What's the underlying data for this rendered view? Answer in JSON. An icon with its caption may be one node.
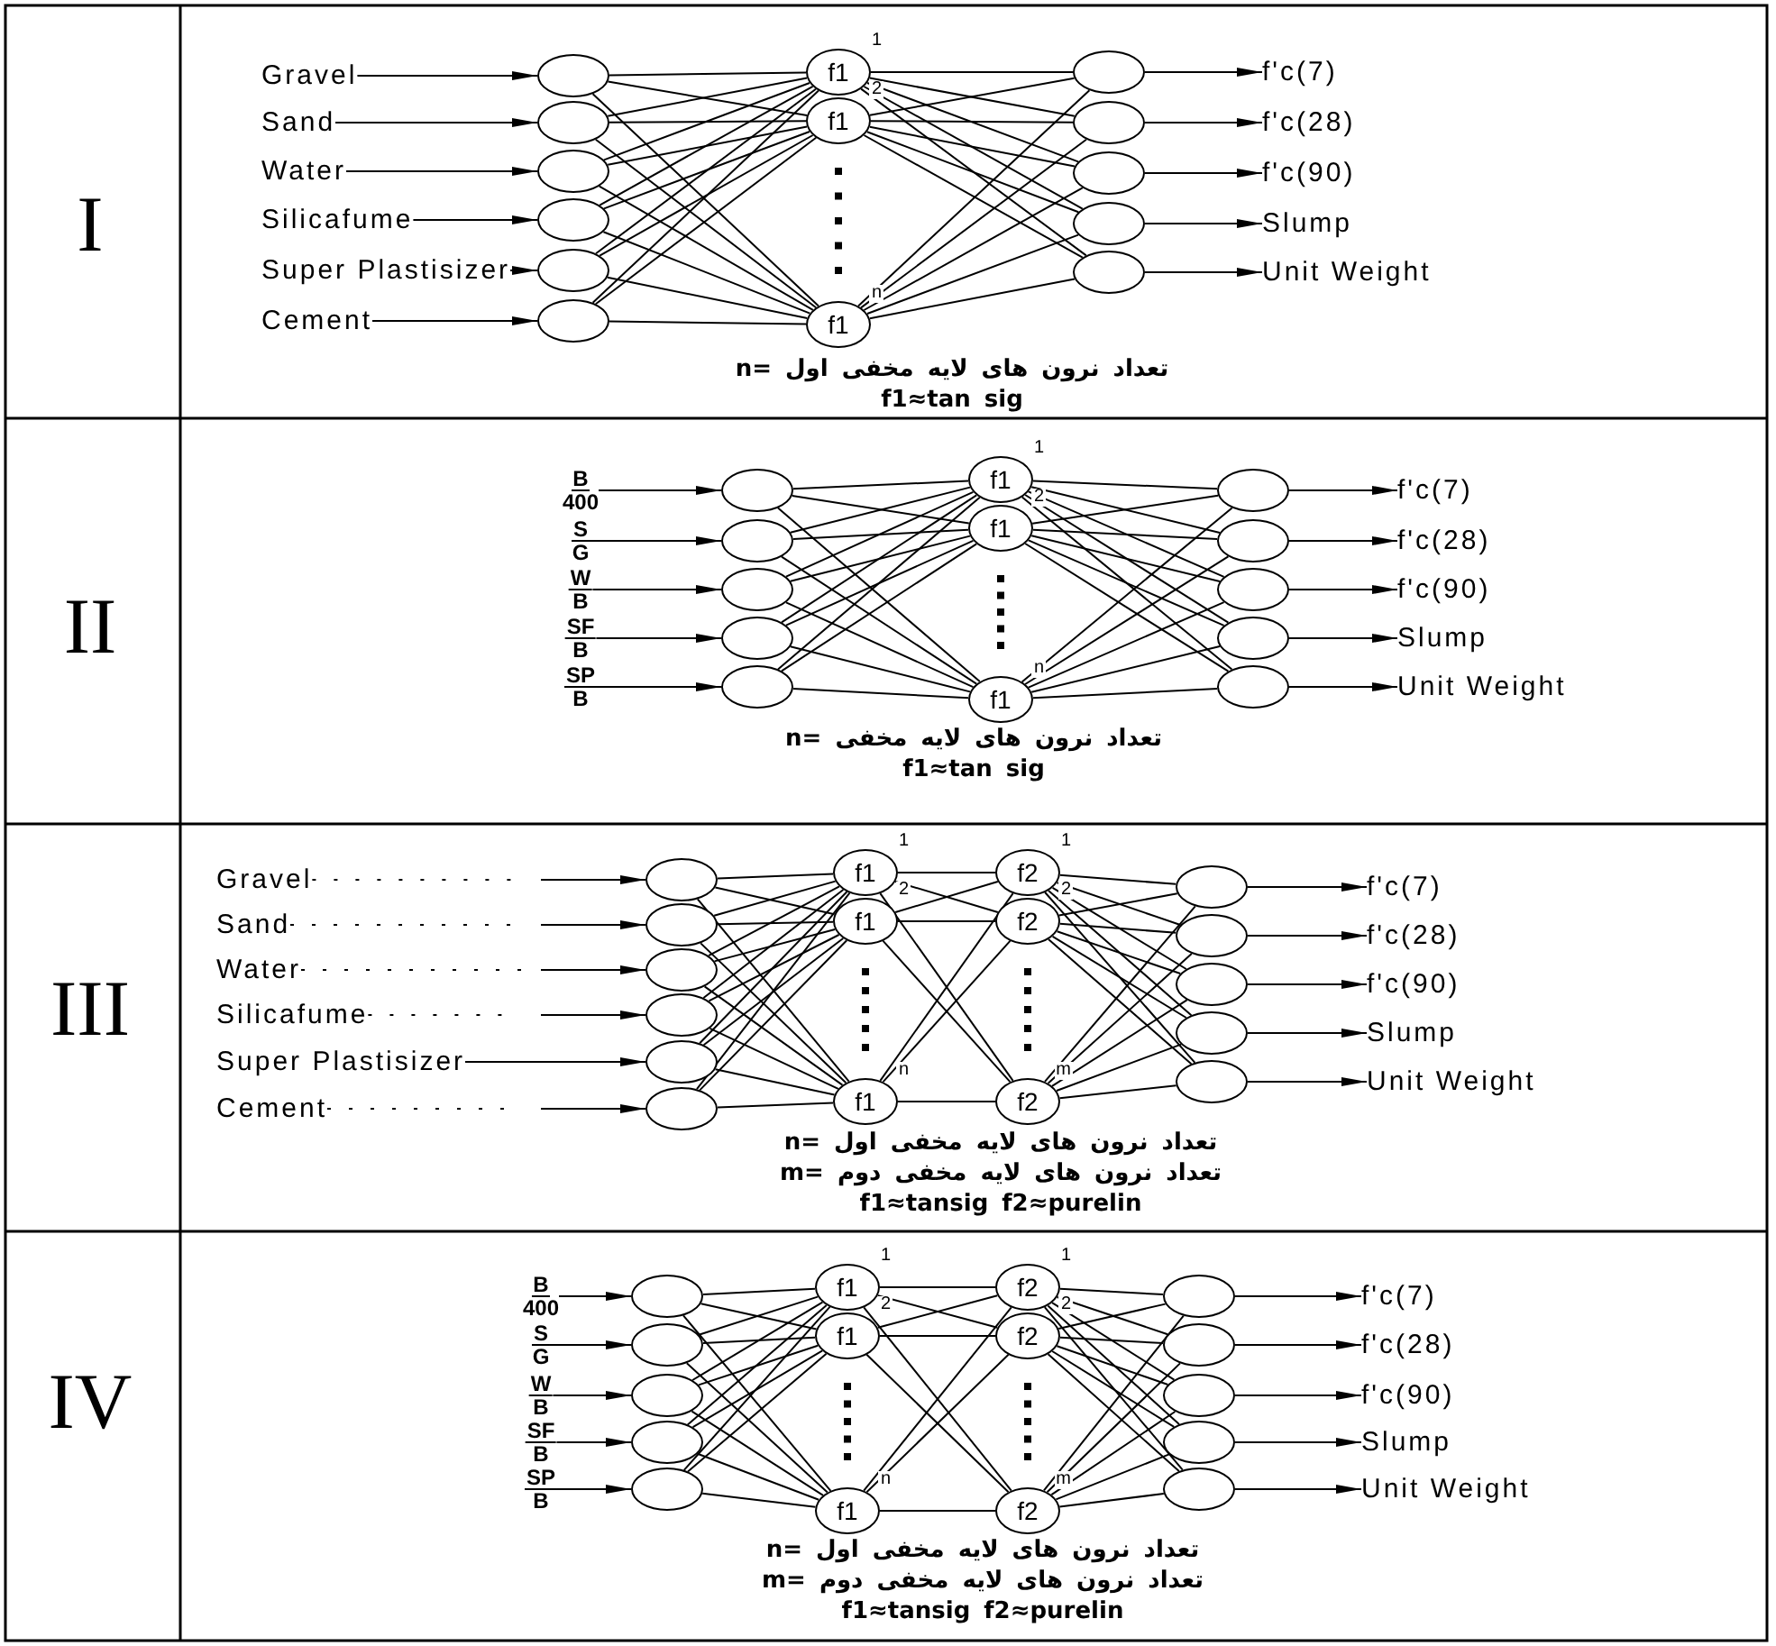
{
  "diagram": {
    "nodes": [
      {
        "text": [
          "Gravel"
        ]
      },
      {
        "text": [
          "Sand"
        ]
      },
      {
        "text": [
          "Water"
        ]
      },
      {
        "text": [
          "Silicafume"
        ]
      },
      {
        "text": [
          "Super Plastisizer"
        ]
      },
      {
        "text": [
          "Cement"
        ]
      },
      {
        "text": [],
        "shape": "circle"
      },
      {
        "text": [],
        "shape": "circle"
      },
      {
        "text": [],
        "shape": "circle"
      },
      {
        "text": [],
        "shape": "circle"
      },
      {
        "text": [],
        "shape": "circle"
      },
      {
        "text": [],
        "shape": "circle"
      },
      {
        "text": [
          "f1"
        ],
        "beside": [
          "1"
        ]
      },
      {
        "text": [
          "f1"
        ],
        "beside": [
          "2"
        ]
      },
      {
        "text": [
          "f1"
        ],
        "beside": [
          "n"
        ]
      },
      {
        "text": [],
        "shape": "circle"
      },
      {
        "text": [],
        "shape": "circle"
      },
      {
        "text": [],
        "shape": "circle"
      },
      {
        "text": [],
        "shape": "circle"
      },
      {
        "text": [],
        "shape": "circle"
      },
      {
        "text": [
          "f'c(7)"
        ]
      },
      {
        "text": [
          "f'c(28)"
        ]
      },
      {
        "text": [
          "f'c(90)"
        ]
      },
      {
        "text": [
          "Slump"
        ]
      },
      {
        "text": [
          "Unit Weight"
        ]
      },
      {
        "text": [
          "B",
          "400"
        ]
      },
      {
        "text": [
          "S",
          "G"
        ]
      },
      {
        "text": [
          "W",
          "B"
        ]
      },
      {
        "text": [
          "SF",
          "B"
        ]
      },
      {
        "text": [
          "SP",
          "B"
        ]
      },
      {
        "text": [],
        "shape": "circle"
      },
      {
        "text": [],
        "shape": "circle"
      },
      {
        "text": [],
        "shape": "circle"
      },
      {
        "text": [],
        "shape": "circle"
      },
      {
        "text": [],
        "shape": "circle"
      },
      {
        "text": [
          "f1"
        ],
        "beside": [
          "1"
        ]
      },
      {
        "text": [
          "f1"
        ],
        "beside": [
          "2"
        ]
      },
      {
        "text": [
          "f1"
        ],
        "beside": [
          "n"
        ]
      },
      {
        "text": [],
        "shape": "circle"
      },
      {
        "text": [],
        "shape": "circle"
      },
      {
        "text": [],
        "shape": "circle"
      },
      {
        "text": [],
        "shape": "circle"
      },
      {
        "text": [],
        "shape": "circle"
      },
      {
        "text": [
          "f'c(7)"
        ]
      },
      {
        "text": [
          "f'c(28)"
        ]
      },
      {
        "text": [
          "f'c(90)"
        ]
      },
      {
        "text": [
          "Slump"
        ]
      },
      {
        "text": [
          "Unit Weight"
        ]
      },
      {
        "text": [
          "Gravel"
        ]
      },
      {
        "text": [
          "Sand"
        ]
      },
      {
        "text": [
          "Water"
        ]
      },
      {
        "text": [
          "Silicafume"
        ]
      },
      {
        "text": [
          "Super Plastisizer"
        ]
      },
      {
        "text": [
          "Cement"
        ]
      },
      {
        "text": [],
        "shape": "circle"
      },
      {
        "text": [],
        "shape": "circle"
      },
      {
        "text": [],
        "shape": "circle"
      },
      {
        "text": [],
        "shape": "circle"
      },
      {
        "text": [],
        "shape": "circle"
      },
      {
        "text": [],
        "shape": "circle"
      },
      {
        "text": [
          "f1"
        ],
        "beside": [
          "1"
        ]
      },
      {
        "text": [
          "f1"
        ],
        "beside": [
          "2"
        ]
      },
      {
        "text": [
          "f1"
        ],
        "beside": [
          "n"
        ]
      },
      {
        "text": [
          "f2"
        ],
        "beside": [
          "1"
        ]
      },
      {
        "text": [
          "f2"
        ],
        "beside": [
          "2"
        ]
      },
      {
        "text": [
          "f2"
        ],
        "beside": [
          "m"
        ]
      },
      {
        "text": [],
        "shape": "circle"
      },
      {
        "text": [],
        "shape": "circle"
      },
      {
        "text": [],
        "shape": "circle"
      },
      {
        "text": [],
        "shape": "circle"
      },
      {
        "text": [],
        "shape": "circle"
      },
      {
        "text": [
          "f'c(7)"
        ]
      },
      {
        "text": [
          "f'c(28)"
        ]
      },
      {
        "text": [
          "f'c(90)"
        ]
      },
      {
        "text": [
          "Slump"
        ]
      },
      {
        "text": [
          "Unit Weight"
        ]
      },
      {
        "text": [
          "B",
          "400"
        ]
      },
      {
        "text": [
          "S",
          "G"
        ]
      },
      {
        "text": [
          "W",
          "B"
        ]
      },
      {
        "text": [
          "SF",
          "B"
        ]
      },
      {
        "text": [
          "SP",
          "B"
        ]
      },
      {
        "text": [],
        "shape": "circle"
      },
      {
        "text": [],
        "shape": "circle"
      },
      {
        "text": [],
        "shape": "circle"
      },
      {
        "text": [],
        "shape": "circle"
      },
      {
        "text": [],
        "shape": "circle"
      },
      {
        "text": [
          "f1"
        ],
        "beside": [
          "1"
        ]
      },
      {
        "text": [
          "f1"
        ],
        "beside": [
          "2"
        ]
      },
      {
        "text": [
          "f1"
        ],
        "beside": [
          "n"
        ]
      },
      {
        "text": [
          "f2"
        ],
        "beside": [
          "1"
        ]
      },
      {
        "text": [
          "f2"
        ],
        "beside": [
          "2"
        ]
      },
      {
        "text": [
          "f2"
        ],
        "beside": [
          "m"
        ]
      },
      {
        "text": [],
        "shape": "circle"
      },
      {
        "text": [],
        "shape": "circle"
      },
      {
        "text": [],
        "shape": "circle"
      },
      {
        "text": [],
        "shape": "circle"
      },
      {
        "text": [],
        "shape": "circle"
      },
      {
        "text": [
          "f'c(7)"
        ]
      },
      {
        "text": [
          "f'c(28)"
        ]
      },
      {
        "text": [
          "f'c(90)"
        ]
      },
      {
        "text": [
          "Slump"
        ]
      },
      {
        "text": [
          "Unit Weight"
        ]
      }
    ],
    "edges": [
      {
        "from": 0,
        "to": 6,
        "arrow": "to"
      },
      {
        "from": 1,
        "to": 7,
        "arrow": "to"
      },
      {
        "from": 2,
        "to": 8,
        "arrow": "to"
      },
      {
        "from": 3,
        "to": 9,
        "arrow": "to"
      },
      {
        "from": 4,
        "to": 10,
        "arrow": "to"
      },
      {
        "from": 5,
        "to": 11,
        "arrow": "to"
      },
      {
        "from": 6,
        "to": 12,
        "arrow": "none"
      },
      {
        "from": 6,
        "to": 13,
        "arrow": "none"
      },
      {
        "from": 6,
        "to": 14,
        "arrow": "none"
      },
      {
        "from": 7,
        "to": 12,
        "arrow": "none"
      },
      {
        "from": 7,
        "to": 13,
        "arrow": "none"
      },
      {
        "from": 7,
        "to": 14,
        "arrow": "none"
      },
      {
        "from": 8,
        "to": 12,
        "arrow": "none"
      },
      {
        "from": 8,
        "to": 13,
        "arrow": "none"
      },
      {
        "from": 8,
        "to": 14,
        "arrow": "none"
      },
      {
        "from": 9,
        "to": 12,
        "arrow": "none"
      },
      {
        "from": 9,
        "to": 13,
        "arrow": "none"
      },
      {
        "from": 9,
        "to": 14,
        "arrow": "none"
      },
      {
        "from": 10,
        "to": 12,
        "arrow": "none"
      },
      {
        "from": 10,
        "to": 13,
        "arrow": "none"
      },
      {
        "from": 10,
        "to": 14,
        "arrow": "none"
      },
      {
        "from": 11,
        "to": 12,
        "arrow": "none"
      },
      {
        "from": 11,
        "to": 13,
        "arrow": "none"
      },
      {
        "from": 11,
        "to": 14,
        "arrow": "none"
      },
      {
        "from": 12,
        "to": 15,
        "arrow": "none"
      },
      {
        "from": 12,
        "to": 16,
        "arrow": "none"
      },
      {
        "from": 12,
        "to": 17,
        "arrow": "none"
      },
      {
        "from": 12,
        "to": 18,
        "arrow": "none"
      },
      {
        "from": 12,
        "to": 19,
        "arrow": "none"
      },
      {
        "from": 13,
        "to": 15,
        "arrow": "none"
      },
      {
        "from": 13,
        "to": 16,
        "arrow": "none"
      },
      {
        "from": 13,
        "to": 17,
        "arrow": "none"
      },
      {
        "from": 13,
        "to": 18,
        "arrow": "none"
      },
      {
        "from": 13,
        "to": 19,
        "arrow": "none"
      },
      {
        "from": 14,
        "to": 15,
        "arrow": "none"
      },
      {
        "from": 14,
        "to": 16,
        "arrow": "none"
      },
      {
        "from": 14,
        "to": 17,
        "arrow": "none"
      },
      {
        "from": 14,
        "to": 18,
        "arrow": "none"
      },
      {
        "from": 14,
        "to": 19,
        "arrow": "none"
      },
      {
        "from": 15,
        "to": 20,
        "arrow": "to"
      },
      {
        "from": 16,
        "to": 21,
        "arrow": "to"
      },
      {
        "from": 17,
        "to": 22,
        "arrow": "to"
      },
      {
        "from": 18,
        "to": 23,
        "arrow": "to"
      },
      {
        "from": 19,
        "to": 24,
        "arrow": "to"
      },
      {
        "from": 25,
        "to": 30,
        "arrow": "to"
      },
      {
        "from": 26,
        "to": 31,
        "arrow": "to"
      },
      {
        "from": 27,
        "to": 32,
        "arrow": "to"
      },
      {
        "from": 28,
        "to": 33,
        "arrow": "to"
      },
      {
        "from": 29,
        "to": 34,
        "arrow": "to"
      },
      {
        "from": 30,
        "to": 35,
        "arrow": "none"
      },
      {
        "from": 30,
        "to": 36,
        "arrow": "none"
      },
      {
        "from": 30,
        "to": 37,
        "arrow": "none"
      },
      {
        "from": 31,
        "to": 35,
        "arrow": "none"
      },
      {
        "from": 31,
        "to": 36,
        "arrow": "none"
      },
      {
        "from": 31,
        "to": 37,
        "arrow": "none"
      },
      {
        "from": 32,
        "to": 35,
        "arrow": "none"
      },
      {
        "from": 32,
        "to": 36,
        "arrow": "none"
      },
      {
        "from": 32,
        "to": 37,
        "arrow": "none"
      },
      {
        "from": 33,
        "to": 35,
        "arrow": "none"
      },
      {
        "from": 33,
        "to": 36,
        "arrow": "none"
      },
      {
        "from": 33,
        "to": 37,
        "arrow": "none"
      },
      {
        "from": 34,
        "to": 35,
        "arrow": "none"
      },
      {
        "from": 34,
        "to": 36,
        "arrow": "none"
      },
      {
        "from": 34,
        "to": 37,
        "arrow": "none"
      },
      {
        "from": 35,
        "to": 38,
        "arrow": "none"
      },
      {
        "from": 35,
        "to": 39,
        "arrow": "none"
      },
      {
        "from": 35,
        "to": 40,
        "arrow": "none"
      },
      {
        "from": 35,
        "to": 41,
        "arrow": "none"
      },
      {
        "from": 35,
        "to": 42,
        "arrow": "none"
      },
      {
        "from": 36,
        "to": 38,
        "arrow": "none"
      },
      {
        "from": 36,
        "to": 39,
        "arrow": "none"
      },
      {
        "from": 36,
        "to": 40,
        "arrow": "none"
      },
      {
        "from": 36,
        "to": 41,
        "arrow": "none"
      },
      {
        "from": 36,
        "to": 42,
        "arrow": "none"
      },
      {
        "from": 37,
        "to": 38,
        "arrow": "none"
      },
      {
        "from": 37,
        "to": 39,
        "arrow": "none"
      },
      {
        "from": 37,
        "to": 40,
        "arrow": "none"
      },
      {
        "from": 37,
        "to": 41,
        "arrow": "none"
      },
      {
        "from": 37,
        "to": 42,
        "arrow": "none"
      },
      {
        "from": 38,
        "to": 43,
        "arrow": "to"
      },
      {
        "from": 39,
        "to": 44,
        "arrow": "to"
      },
      {
        "from": 40,
        "to": 45,
        "arrow": "to"
      },
      {
        "from": 41,
        "to": 46,
        "arrow": "to"
      },
      {
        "from": 42,
        "to": 47,
        "arrow": "to"
      },
      {
        "from": 48,
        "to": 54,
        "arrow": "to",
        "style": "dashed"
      },
      {
        "from": 49,
        "to": 55,
        "arrow": "to",
        "style": "dashed"
      },
      {
        "from": 50,
        "to": 56,
        "arrow": "to",
        "style": "dashed"
      },
      {
        "from": 51,
        "to": 57,
        "arrow": "to",
        "style": "dashed"
      },
      {
        "from": 52,
        "to": 58,
        "arrow": "to"
      },
      {
        "from": 53,
        "to": 59,
        "arrow": "to",
        "style": "dashed"
      },
      {
        "from": 54,
        "to": 60,
        "arrow": "none"
      },
      {
        "from": 54,
        "to": 61,
        "arrow": "none"
      },
      {
        "from": 54,
        "to": 62,
        "arrow": "none"
      },
      {
        "from": 55,
        "to": 60,
        "arrow": "none"
      },
      {
        "from": 55,
        "to": 61,
        "arrow": "none"
      },
      {
        "from": 55,
        "to": 62,
        "arrow": "none"
      },
      {
        "from": 56,
        "to": 60,
        "arrow": "none"
      },
      {
        "from": 56,
        "to": 61,
        "arrow": "none"
      },
      {
        "from": 56,
        "to": 62,
        "arrow": "none"
      },
      {
        "from": 57,
        "to": 60,
        "arrow": "none"
      },
      {
        "from": 57,
        "to": 61,
        "arrow": "none"
      },
      {
        "from": 57,
        "to": 62,
        "arrow": "none"
      },
      {
        "from": 58,
        "to": 60,
        "arrow": "none"
      },
      {
        "from": 58,
        "to": 61,
        "arrow": "none"
      },
      {
        "from": 58,
        "to": 62,
        "arrow": "none"
      },
      {
        "from": 59,
        "to": 60,
        "arrow": "none"
      },
      {
        "from": 59,
        "to": 61,
        "arrow": "none"
      },
      {
        "from": 59,
        "to": 62,
        "arrow": "none"
      },
      {
        "from": 60,
        "to": 63,
        "arrow": "none"
      },
      {
        "from": 60,
        "to": 64,
        "arrow": "none"
      },
      {
        "from": 60,
        "to": 65,
        "arrow": "none"
      },
      {
        "from": 61,
        "to": 63,
        "arrow": "none"
      },
      {
        "from": 61,
        "to": 64,
        "arrow": "none"
      },
      {
        "from": 61,
        "to": 65,
        "arrow": "none"
      },
      {
        "from": 62,
        "to": 63,
        "arrow": "none"
      },
      {
        "from": 62,
        "to": 64,
        "arrow": "none"
      },
      {
        "from": 62,
        "to": 65,
        "arrow": "none"
      },
      {
        "from": 63,
        "to": 66,
        "arrow": "none"
      },
      {
        "from": 63,
        "to": 67,
        "arrow": "none"
      },
      {
        "from": 63,
        "to": 68,
        "arrow": "none"
      },
      {
        "from": 63,
        "to": 69,
        "arrow": "none"
      },
      {
        "from": 63,
        "to": 70,
        "arrow": "none"
      },
      {
        "from": 64,
        "to": 66,
        "arrow": "none"
      },
      {
        "from": 64,
        "to": 67,
        "arrow": "none"
      },
      {
        "from": 64,
        "to": 68,
        "arrow": "none"
      },
      {
        "from": 64,
        "to": 69,
        "arrow": "none"
      },
      {
        "from": 64,
        "to": 70,
        "arrow": "none"
      },
      {
        "from": 65,
        "to": 66,
        "arrow": "none"
      },
      {
        "from": 65,
        "to": 67,
        "arrow": "none"
      },
      {
        "from": 65,
        "to": 68,
        "arrow": "none"
      },
      {
        "from": 65,
        "to": 69,
        "arrow": "none"
      },
      {
        "from": 65,
        "to": 70,
        "arrow": "none"
      },
      {
        "from": 66,
        "to": 71,
        "arrow": "to"
      },
      {
        "from": 67,
        "to": 72,
        "arrow": "to"
      },
      {
        "from": 68,
        "to": 73,
        "arrow": "to"
      },
      {
        "from": 69,
        "to": 74,
        "arrow": "to"
      },
      {
        "from": 70,
        "to": 75,
        "arrow": "to"
      },
      {
        "from": 76,
        "to": 81,
        "arrow": "to"
      },
      {
        "from": 77,
        "to": 82,
        "arrow": "to"
      },
      {
        "from": 78,
        "to": 83,
        "arrow": "to"
      },
      {
        "from": 79,
        "to": 84,
        "arrow": "to"
      },
      {
        "from": 80,
        "to": 85,
        "arrow": "to"
      },
      {
        "from": 81,
        "to": 86,
        "arrow": "none"
      },
      {
        "from": 81,
        "to": 87,
        "arrow": "none"
      },
      {
        "from": 81,
        "to": 88,
        "arrow": "none"
      },
      {
        "from": 82,
        "to": 86,
        "arrow": "none"
      },
      {
        "from": 82,
        "to": 87,
        "arrow": "none"
      },
      {
        "from": 82,
        "to": 88,
        "arrow": "none"
      },
      {
        "from": 83,
        "to": 86,
        "arrow": "none"
      },
      {
        "from": 83,
        "to": 87,
        "arrow": "none"
      },
      {
        "from": 83,
        "to": 88,
        "arrow": "none"
      },
      {
        "from": 84,
        "to": 86,
        "arrow": "none"
      },
      {
        "from": 84,
        "to": 87,
        "arrow": "none"
      },
      {
        "from": 84,
        "to": 88,
        "arrow": "none"
      },
      {
        "from": 85,
        "to": 86,
        "arrow": "none"
      },
      {
        "from": 85,
        "to": 87,
        "arrow": "none"
      },
      {
        "from": 85,
        "to": 88,
        "arrow": "none"
      },
      {
        "from": 86,
        "to": 89,
        "arrow": "none"
      },
      {
        "from": 86,
        "to": 90,
        "arrow": "none"
      },
      {
        "from": 86,
        "to": 91,
        "arrow": "none"
      },
      {
        "from": 87,
        "to": 89,
        "arrow": "none"
      },
      {
        "from": 87,
        "to": 90,
        "arrow": "none"
      },
      {
        "from": 87,
        "to": 91,
        "arrow": "none"
      },
      {
        "from": 88,
        "to": 89,
        "arrow": "none"
      },
      {
        "from": 88,
        "to": 90,
        "arrow": "none"
      },
      {
        "from": 88,
        "to": 91,
        "arrow": "none"
      },
      {
        "from": 89,
        "to": 92,
        "arrow": "none"
      },
      {
        "from": 89,
        "to": 93,
        "arrow": "none"
      },
      {
        "from": 89,
        "to": 94,
        "arrow": "none"
      },
      {
        "from": 89,
        "to": 95,
        "arrow": "none"
      },
      {
        "from": 89,
        "to": 96,
        "arrow": "none"
      },
      {
        "from": 90,
        "to": 92,
        "arrow": "none"
      },
      {
        "from": 90,
        "to": 93,
        "arrow": "none"
      },
      {
        "from": 90,
        "to": 94,
        "arrow": "none"
      },
      {
        "from": 90,
        "to": 95,
        "arrow": "none"
      },
      {
        "from": 90,
        "to": 96,
        "arrow": "none"
      },
      {
        "from": 91,
        "to": 92,
        "arrow": "none"
      },
      {
        "from": 91,
        "to": 93,
        "arrow": "none"
      },
      {
        "from": 91,
        "to": 94,
        "arrow": "none"
      },
      {
        "from": 91,
        "to": 95,
        "arrow": "none"
      },
      {
        "from": 91,
        "to": 96,
        "arrow": "none"
      },
      {
        "from": 92,
        "to": 97,
        "arrow": "to"
      },
      {
        "from": 93,
        "to": 98,
        "arrow": "to"
      },
      {
        "from": 94,
        "to": 99,
        "arrow": "to"
      },
      {
        "from": 95,
        "to": 100,
        "arrow": "to"
      },
      {
        "from": 96,
        "to": 101,
        "arrow": "to"
      }
    ],
    "labels": [
      "I",
      "n= تعداد نرون های لایه مخفی اول",
      "f1≈tan sig",
      "II",
      "n= تعداد نرون های لایه مخفی",
      "f1≈tan sig",
      "III",
      "n= تعداد نرون های لایه مخفی اول",
      "m= تعداد نرون های لایه مخفی دوم",
      "f1≈tansig f2≈purelin",
      "IV",
      "n= تعداد نرون های لایه مخفی اول",
      "m= تعداد نرون های لایه مخفی دوم",
      "f1≈tansig f2≈purelin"
    ]
  }
}
